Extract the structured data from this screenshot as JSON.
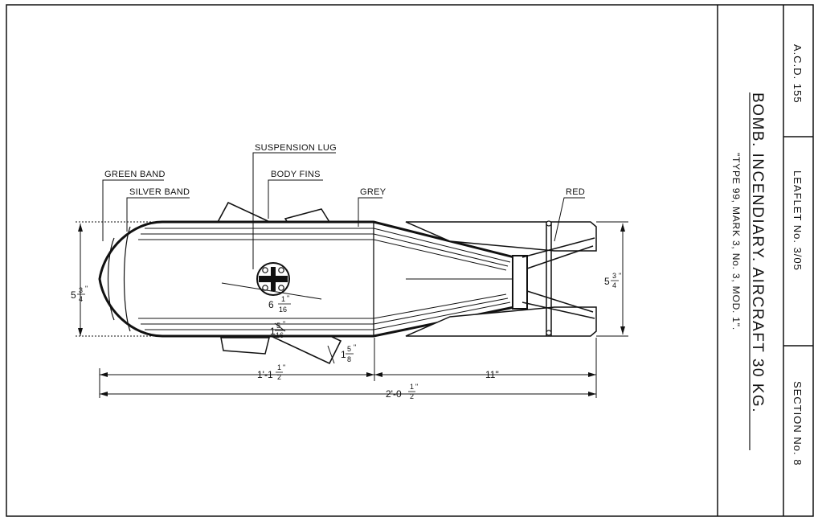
{
  "title_block": {
    "acd": "A.C.D. 155",
    "leaflet": "LEAFLET   No. 3/05",
    "section": "SECTION   No. 8",
    "title": "BOMB. INCENDIARY. AIRCRAFT  30 KG.",
    "subtitle": "\"TYPE 99, MARK 3, No. 3, MOD. 1\"."
  },
  "callouts": {
    "green_band": "GREEN BAND",
    "silver_band": "SILVER BAND",
    "suspension_lug": "SUSPENSION LUG",
    "body_fins": "BODY FINS",
    "grey": "GREY",
    "red": "RED"
  },
  "dimensions": {
    "body_diameter_whole": "5",
    "body_diameter_frac_num": "3",
    "body_diameter_frac_den": "4",
    "body_diameter_inch": "\"",
    "tail_span_whole": "5",
    "tail_span_frac_num": "3",
    "tail_span_frac_den": "4",
    "tail_span_inch": "\"",
    "lug_distance_whole": "6",
    "lug_distance_frac_num": "1",
    "lug_distance_frac_den": "16",
    "lug_distance_inch": "\"",
    "fin_width_whole": "1",
    "fin_width_frac_num": "5",
    "fin_width_frac_den": "16",
    "fin_width_inch": "\"",
    "fin_depth_whole": "1",
    "fin_depth_frac_num": "5",
    "fin_depth_frac_den": "8",
    "fin_depth_inch": "\"",
    "body_length_whole": "1'-1",
    "body_length_frac_num": "1",
    "body_length_frac_den": "2",
    "body_length_inch": "\"",
    "tail_length": "11\"",
    "overall_length_whole": "2'-0",
    "overall_length_frac_num": "1",
    "overall_length_frac_den": "2",
    "overall_length_inch": "\""
  }
}
